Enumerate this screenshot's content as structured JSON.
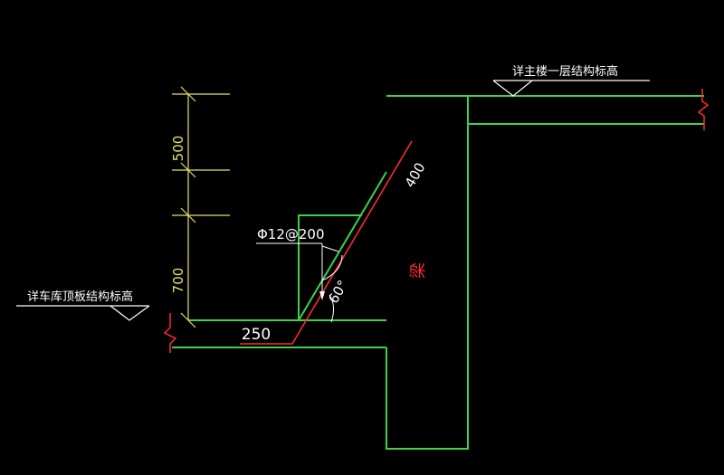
{
  "labels": {
    "top_right": "详主楼一层结构标高",
    "left": "详车库顶板结构标高",
    "rebar": "Φ12@200",
    "angle": "60°",
    "beam": "梁"
  },
  "dimensions": {
    "d500": "500",
    "d700": "700",
    "d400": "400",
    "d250": "250"
  },
  "colors": {
    "background": "#000000",
    "structure": "#3fd14a",
    "rebar": "#ff2a2a",
    "dimension": "#e6e06a",
    "annotation": "#ffffff"
  }
}
